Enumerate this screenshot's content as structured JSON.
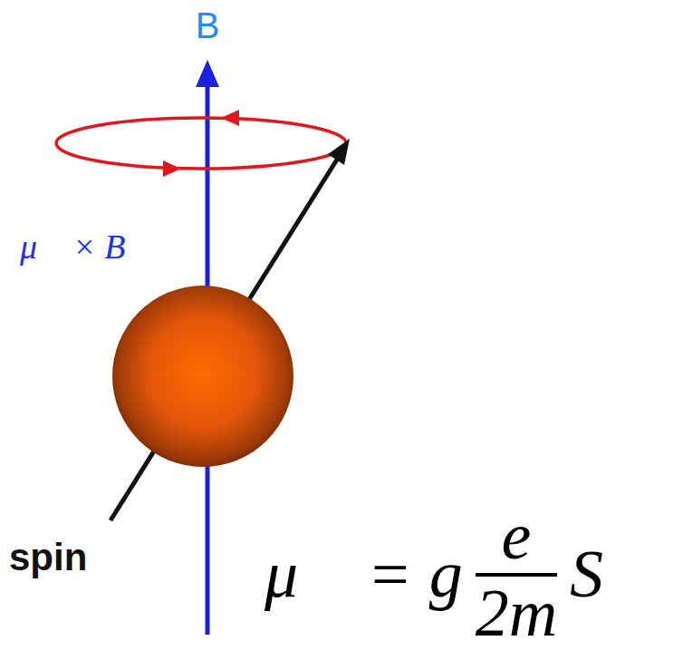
{
  "diagram": {
    "labels": [
      "B",
      "μ⃗ × B⃗",
      "spin",
      "μ⃗ = g",
      "e",
      "2m",
      "S⃗"
    ]
  }
}
